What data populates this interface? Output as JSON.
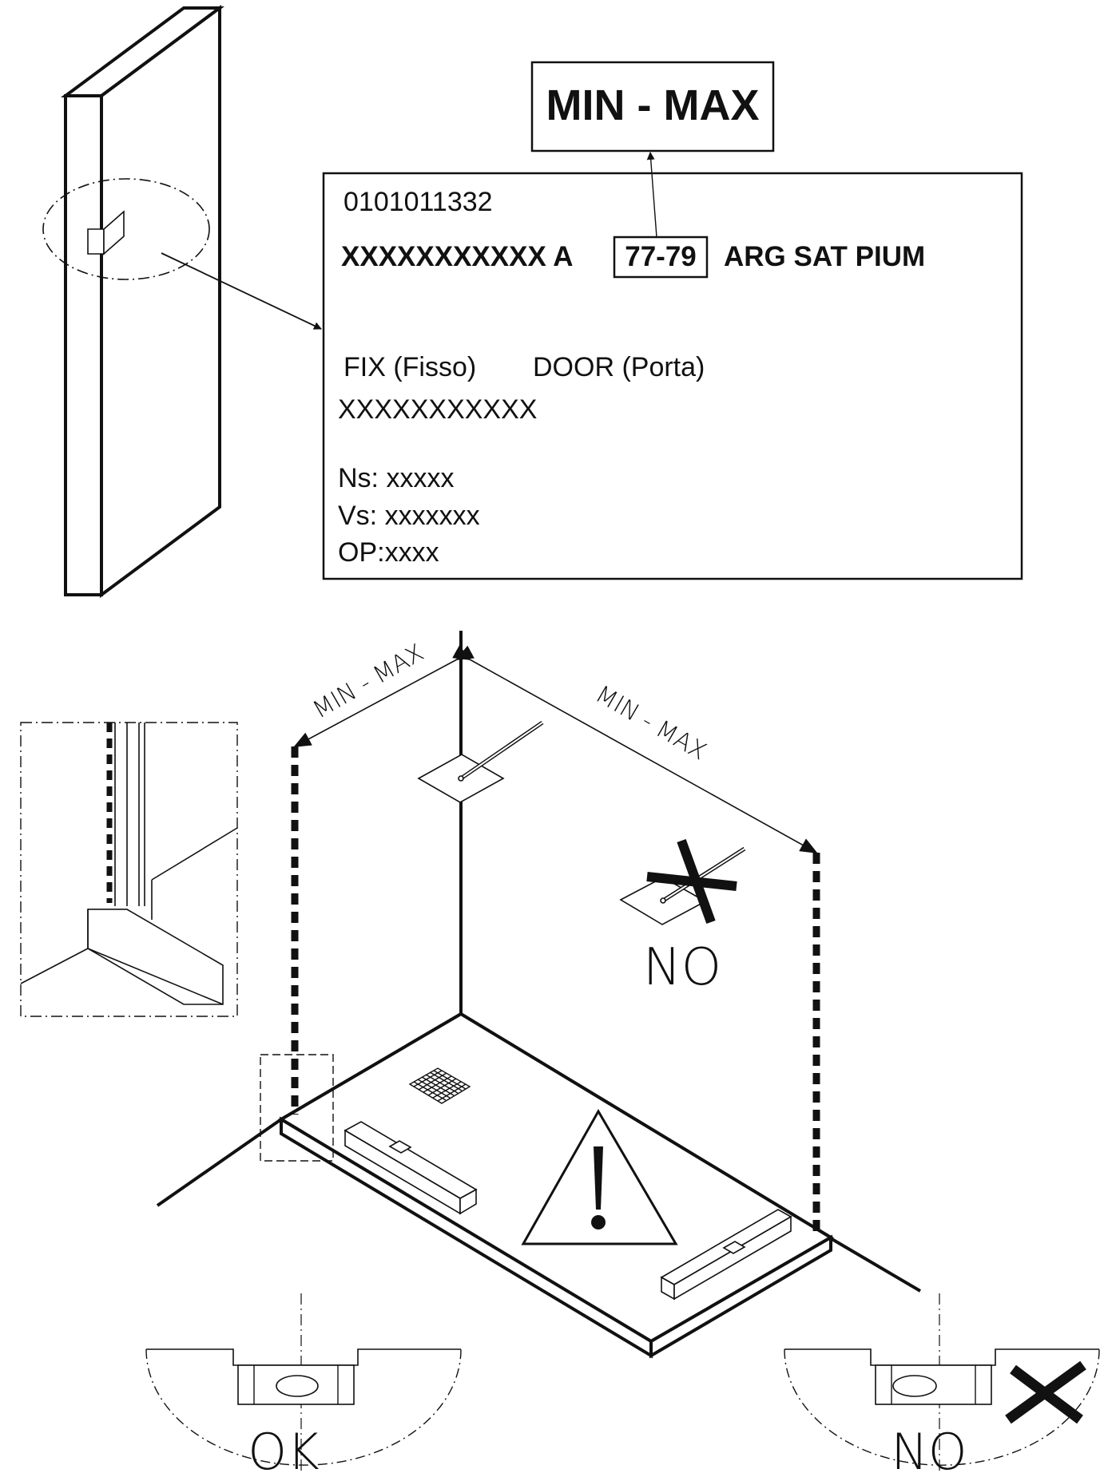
{
  "header_box": {
    "text": "MIN - MAX"
  },
  "label": {
    "code": "0101011332",
    "product_prefix": "XXXXXXXXXXX A",
    "size_range": "77-79",
    "finish": "ARG SAT PIUM",
    "fix_label": "FIX (Fisso)",
    "door_label": "DOOR (Porta)",
    "serial": "XXXXXXXXXXX",
    "ns": "Ns: xxxxx",
    "vs": "Vs: xxxxxxx",
    "op": "OP:xxxx"
  },
  "install": {
    "dim_left": "MIN - MAX",
    "dim_right": "MIN - MAX",
    "no_valve_label": "NO",
    "level_ok_label": "OK",
    "level_no_label": "NO"
  },
  "colors": {
    "line": "#111111",
    "background": "#ffffff"
  },
  "icons": [
    "door-panel",
    "warning-triangle-icon",
    "cross-mark-icon",
    "spirit-level-icon",
    "shower-valve-icon",
    "drain-grate-icon"
  ]
}
